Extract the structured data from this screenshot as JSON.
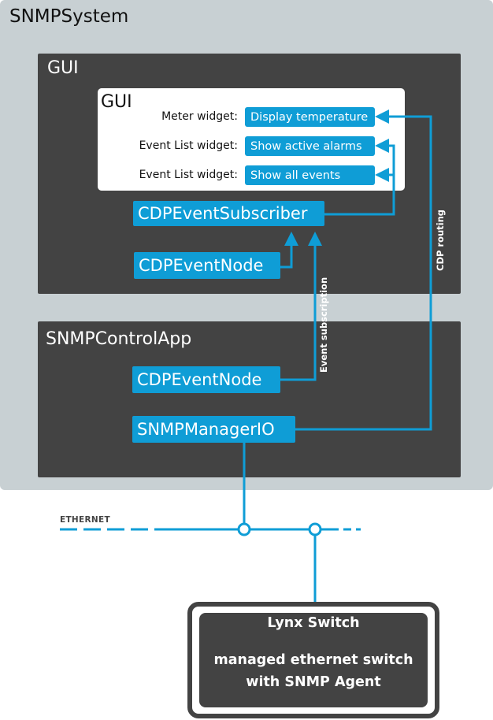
{
  "system": {
    "title": "SNMPSystem"
  },
  "gui_panel": {
    "title": "GUI",
    "inner": {
      "title": "GUI",
      "widgets": [
        {
          "label": "Meter widget:",
          "value": "Display temperature"
        },
        {
          "label": "Event List widget:",
          "value": "Show active alarms"
        },
        {
          "label": "Event List widget:",
          "value": "Show all events"
        }
      ]
    },
    "subscriber": "CDPEventSubscriber",
    "event_node": "CDPEventNode"
  },
  "control_panel": {
    "title": "SNMPControlApp",
    "event_node": "CDPEventNode",
    "manager": "SNMPManagerIO"
  },
  "labels": {
    "event_subscription": "Event subscription",
    "cdp_routing": "CDP routing",
    "ethernet": "ETHERNET"
  },
  "device": {
    "title": "Lynx Switch",
    "line1": "managed ethernet switch",
    "line2": "with SNMP Agent"
  },
  "colors": {
    "accent": "#0f9dd6",
    "panel": "#434343",
    "system_bg": "#c8d0d3"
  }
}
